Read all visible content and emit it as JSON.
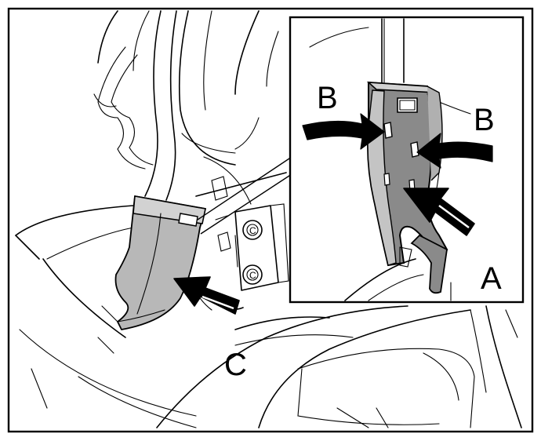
{
  "labels": {
    "part_a": "A",
    "clip_left": "B",
    "clip_right": "B",
    "panel_c": "C",
    "connector_lower": "C",
    "connector_upper": "C"
  },
  "colors": {
    "background": "#ffffff",
    "line": "#000000",
    "part_main_fill": "#b8b8b8",
    "part_detail_fill": "#8a8a8a",
    "part_highlight_fill": "#d2d2d2"
  }
}
